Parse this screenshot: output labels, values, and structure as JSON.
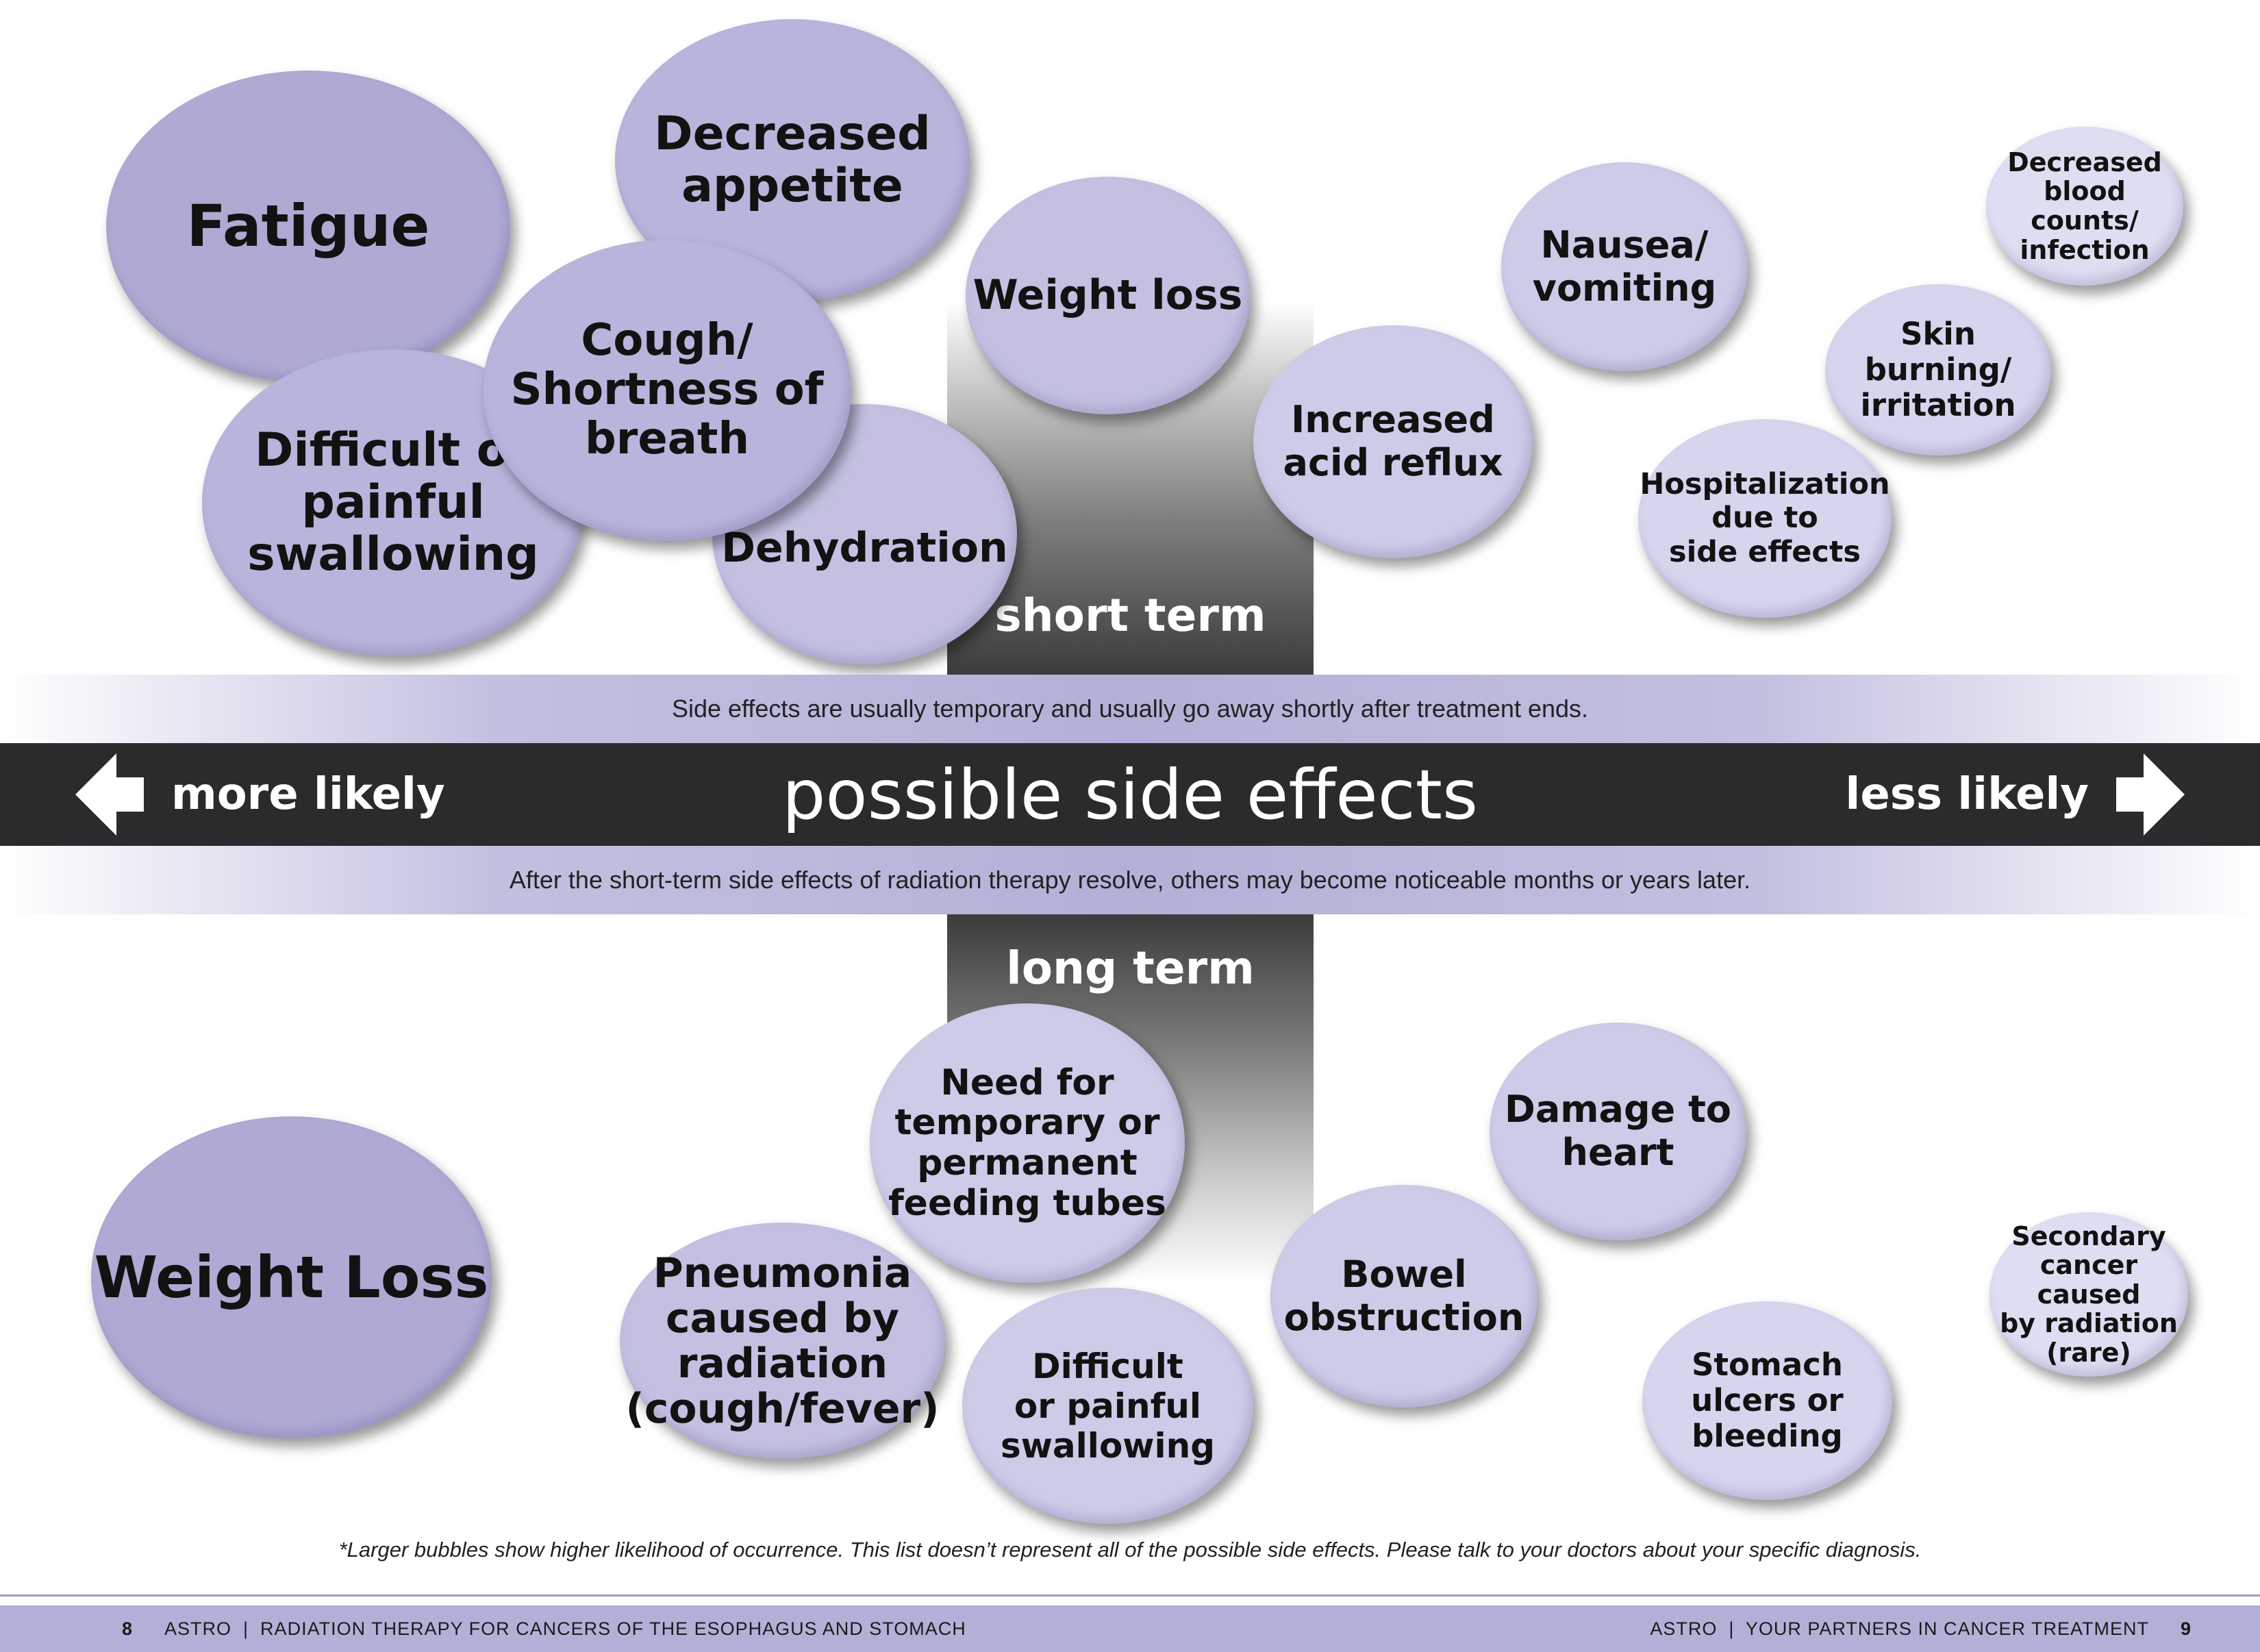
{
  "short_term": {
    "label": "short term",
    "bubbles": [
      {
        "name": "fatigue",
        "text": "Fatigue"
      },
      {
        "name": "decreased-appetite",
        "text": "Decreased\nappetite"
      },
      {
        "name": "cough-shortness-of-breath",
        "text": "Cough/\nShortness of\nbreath"
      },
      {
        "name": "difficult-swallowing",
        "text": "Difficult or\npainful\nswallowing"
      },
      {
        "name": "dehydration",
        "text": "Dehydration"
      },
      {
        "name": "weight-loss",
        "text": "Weight loss"
      },
      {
        "name": "increased-acid-reflux",
        "text": "Increased\nacid reflux"
      },
      {
        "name": "nausea-vomiting",
        "text": "Nausea/\nvomiting"
      },
      {
        "name": "skin-burning-irritation",
        "text": "Skin burning/\nirritation"
      },
      {
        "name": "hospitalization",
        "text": "Hospitalization\ndue to\nside effects"
      },
      {
        "name": "decreased-blood-counts",
        "text": "Decreased\nblood counts/\ninfection"
      }
    ]
  },
  "top_band_text": "Side effects are usually temporary and usually go away shortly after treatment ends.",
  "main_bar": {
    "left_label": "more likely",
    "title": "possible side effects",
    "right_label": "less likely"
  },
  "bottom_band_text": "After the short-term side effects of radiation therapy resolve, others may become noticeable months or years later.",
  "long_term": {
    "label": "long term",
    "bubbles": [
      {
        "name": "weight-loss",
        "text": "Weight Loss"
      },
      {
        "name": "feeding-tubes",
        "text": "Need for\ntemporary or\npermanent\nfeeding tubes"
      },
      {
        "name": "pneumonia",
        "text": "Pneumonia\ncaused by\nradiation\n(cough/fever)"
      },
      {
        "name": "difficult-swallowing",
        "text": "Difficult\nor painful\nswallowing"
      },
      {
        "name": "damage-to-heart",
        "text": "Damage to\nheart"
      },
      {
        "name": "bowel-obstruction",
        "text": "Bowel\nobstruction"
      },
      {
        "name": "stomach-ulcers",
        "text": "Stomach\nulcers or\nbleeding"
      },
      {
        "name": "secondary-cancer",
        "text": "Secondary\ncancer caused\nby radiation\n(rare)"
      }
    ]
  },
  "footnote": "*Larger bubbles show higher likelihood of occurrence. This list doesn’t represent all of the possible side effects. Please talk to your doctors about your specific diagnosis.",
  "footer": {
    "left_page": "8",
    "left_text": "ASTRO  |  RADIATION THERAPY FOR CANCERS OF THE ESOPHAGUS AND STOMACH",
    "right_text": "ASTRO  |  YOUR PARTNERS IN CANCER TREATMENT",
    "right_page": "9"
  },
  "colors": {
    "bubble_large": "#aeaad4",
    "bubble_small": "#dedef2",
    "bar": "#2b2b2d",
    "band": "#b3b0d8"
  }
}
